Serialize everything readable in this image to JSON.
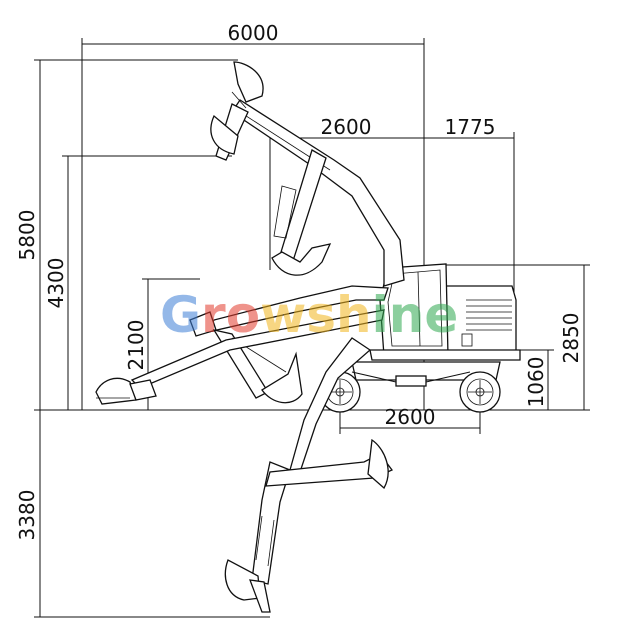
{
  "dimensions": {
    "max_reach": "6000",
    "max_dig_height": "5800",
    "max_dump_height": "4300",
    "dig_height_mid": "2100",
    "max_dig_depth": "3380",
    "wheelbase_top": "2600",
    "rear_overhang": "1775",
    "cab_height": "2850",
    "ground_to_body": "1060",
    "wheelbase": "2600"
  },
  "watermark": {
    "text": "Growshine",
    "colors": [
      "#3e7fd6",
      "#e23b2e",
      "#f2b51d",
      "#2fa84f"
    ]
  }
}
